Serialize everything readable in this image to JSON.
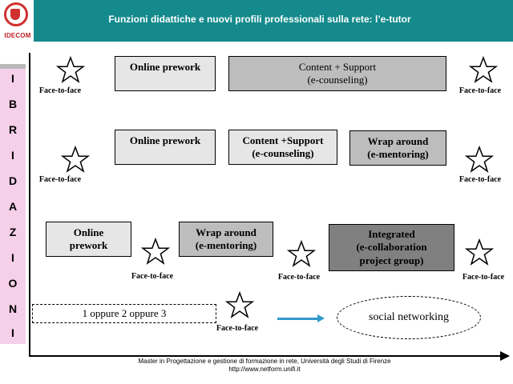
{
  "header": {
    "title": "Funzioni didattiche e nuovi profili professionali sulla rete: l’e-tutor",
    "logo_text": "IDECOM"
  },
  "side_letters": [
    "I",
    "B",
    "R",
    "I",
    "D",
    "A",
    "Z",
    "I",
    "O",
    "N",
    "I"
  ],
  "labels": {
    "face_to_face": "Face-to-face",
    "online_prework": "Online prework",
    "online_prework_2": "Online\nprework",
    "content_support": "Content + Support\n(e-counseling)",
    "content_support_2": "Content +Support\n(e-counseling)",
    "wrap_around": "Wrap around\n(e-mentoring)",
    "integrated": "Integrated\n(e-collaboration\nproject group)",
    "options": "1 oppure 2 oppure 3",
    "social": "social networking"
  },
  "footer": {
    "line1": "Master in Progettazione e gestione di formazione in rete, Università degli Studi di Firenze",
    "line2": "http://www.netform.unifi.it"
  }
}
